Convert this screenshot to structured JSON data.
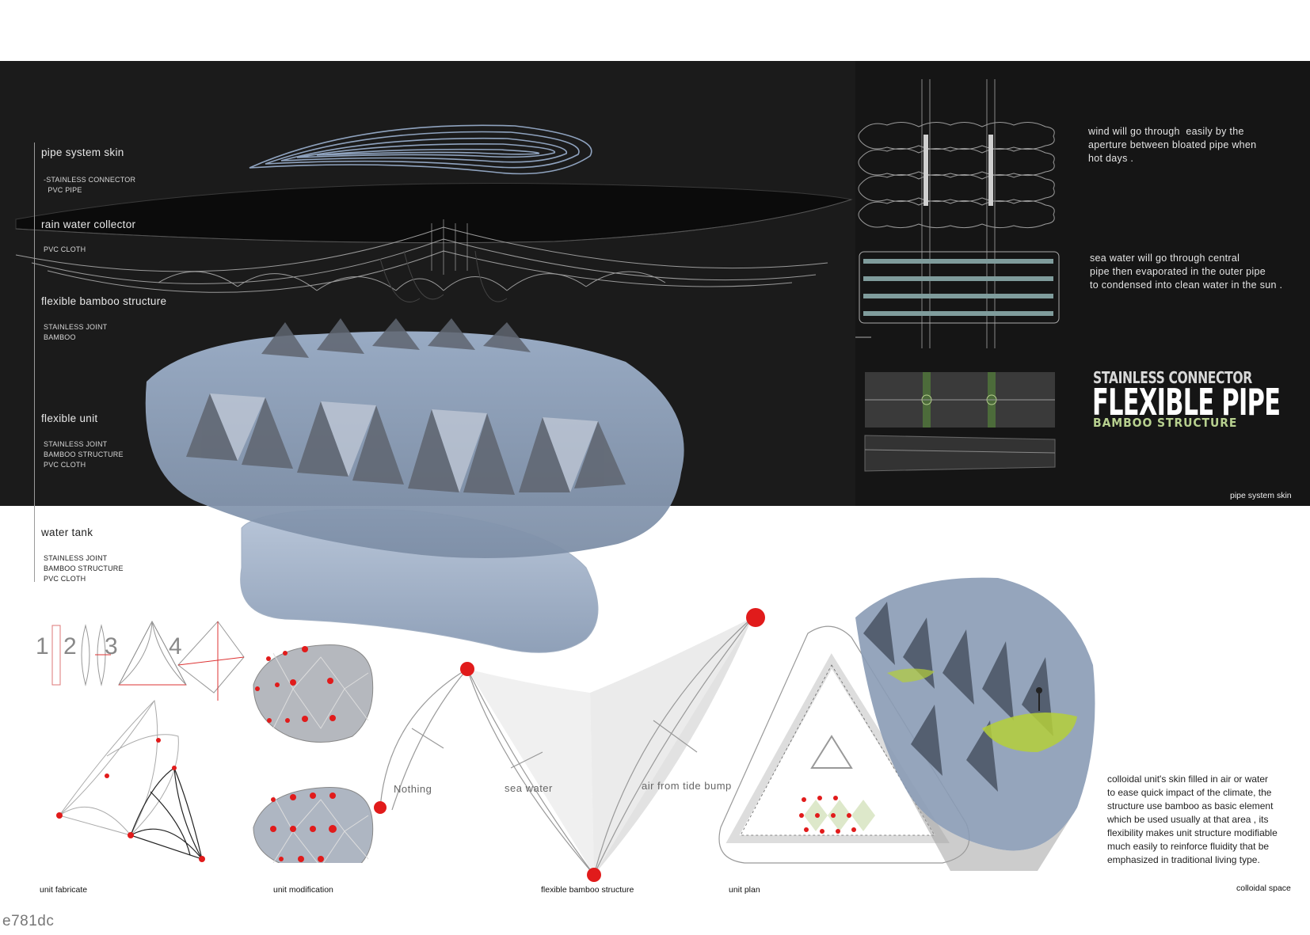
{
  "layers": [
    {
      "title": "pipe system skin",
      "materials": [
        "-STAINLESS CONNECTOR",
        "  PVC PIPE"
      ]
    },
    {
      "title": "rain water collector",
      "materials": [
        "PVC CLOTH"
      ]
    },
    {
      "title": "flexible bamboo structure",
      "materials": [
        "STAINLESS JOINT",
        "BAMBOO"
      ]
    },
    {
      "title": "flexible unit",
      "materials": [
        "STAINLESS JOINT",
        "BAMBOO STRUCTURE",
        "PVC CLOTH"
      ]
    },
    {
      "title": "water tank",
      "materials": [
        "STAINLESS JOINT",
        "BAMBOO STRUCTURE",
        "PVC CLOTH"
      ]
    }
  ],
  "right_panel": {
    "wind_note": [
      "wind will go through  easily by the",
      "aperture between bloated pipe when",
      "hot days ."
    ],
    "sea_note": [
      "sea water will go through central",
      "pipe then evaporated in the outer pipe",
      "to condensed into clean water in the sun ."
    ],
    "heading_small": "STAINLESS CONNECTOR",
    "heading_big": "FLEXIBLE PIPE",
    "heading_green": "BAMBOO STRUCTURE",
    "caption": "pipe system skin"
  },
  "steps": [
    "1",
    "2",
    "3",
    "4"
  ],
  "flow_labels": [
    "Nothing",
    "sea water",
    "air from tide bump"
  ],
  "captions": [
    "unit fabricate",
    "unit modification",
    "flexible bamboo structure",
    "unit plan",
    "colloidal space"
  ],
  "description": [
    "colloidal unit's skin filled in air or water",
    "to ease quick impact of the climate, the",
    "structure use bamboo as basic element",
    "which be used usually at that area , its",
    "flexibility makes unit structure modifiable",
    "much easily to reinforce fluidity that be",
    "emphasized in traditional living type."
  ],
  "image_code": "e781dc",
  "colors": {
    "dark_band": "#1b1b1b",
    "unit_blue": "#8fa3bf",
    "joint_red": "#e11b1b",
    "pipe_teal": "#7f9c9c",
    "accent_green": "#b7d08f"
  }
}
